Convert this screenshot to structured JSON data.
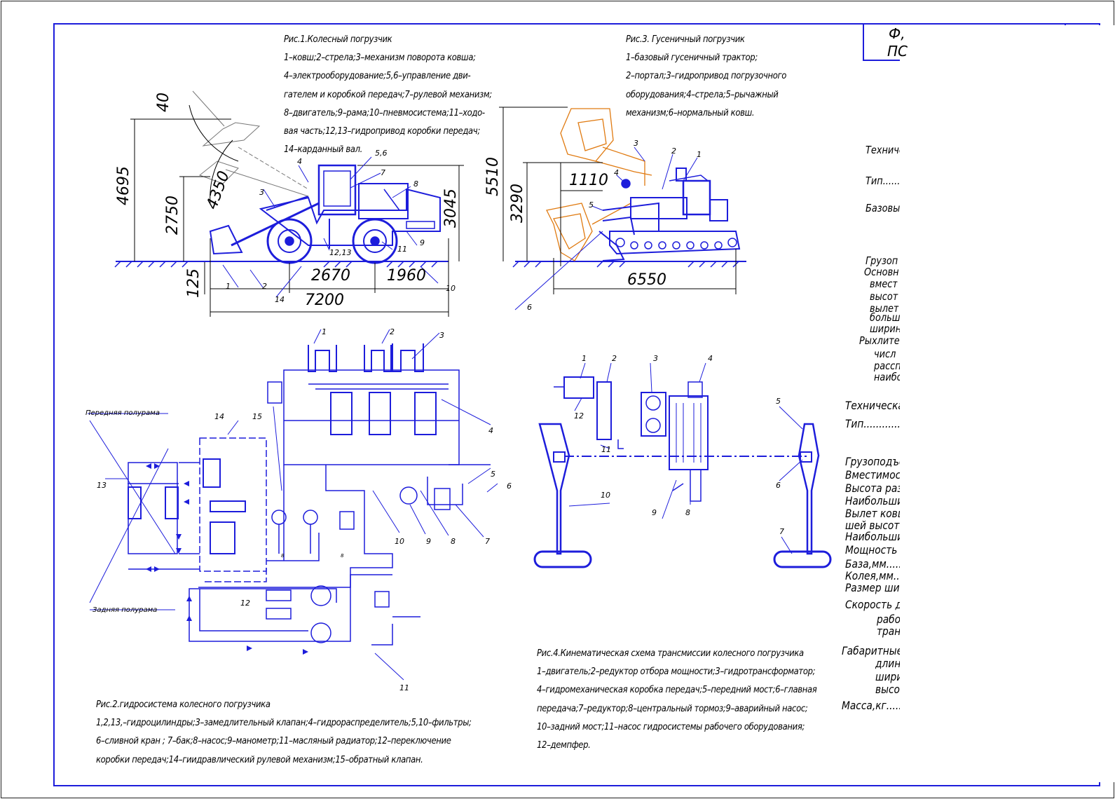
{
  "fig1": {
    "caption": [
      "Рис.1.Колесный погрузчик",
      "1–ковш;2–стрела;3–механизм поворота ковша;",
      "4–электрооборудование;5,6–управление дви-",
      "гателем и коробкой передач;7–рулевой механизм;",
      "8–двигатель;9–рама;10–пневмосистема;11–ходо-",
      "вая часть;12,13–гидропривод коробки передач;",
      "14–карданный вал."
    ],
    "dims": [
      "40",
      "4695",
      "2750",
      "4350",
      "3045",
      "2670",
      "1960",
      "7200",
      "125"
    ],
    "labels": [
      "1",
      "2",
      "3",
      "4",
      "5,6",
      "7",
      "8",
      "9",
      "10",
      "11",
      "12,13",
      "14"
    ]
  },
  "fig3": {
    "caption": [
      "Рис.3. Гусеничный погрузчик",
      "1–базовый гусеничный трактор;",
      "2–портал;3–гидропривод погрузочного",
      "оборудования;4–стрела;5–рычажный",
      "механизм;6–нормальный ковш."
    ],
    "dims": [
      "5510",
      "3290",
      "1110",
      "6550"
    ],
    "labels": [
      "1",
      "2",
      "3",
      "4",
      "5",
      "6"
    ]
  },
  "fig2": {
    "caption": [
      "Рис.2.гидросистема колесного погрузчика",
      "1,2,13,–гидроцилиндры;3–замедлительный клапан;4–гидрораспределитель;5,10–фильтры;",
      "6–сливной кран ; 7–бак;8–насос;9–манометр;11–масляный радиатор;12–переключение",
      " коробки передач;14–гиидравлический рулевой механизм;15–обратный клапан."
    ],
    "front_frame": "Передняя полурама",
    "rear_frame": "Задняя полурама",
    "labels": [
      "1",
      "2",
      "3",
      "4",
      "5",
      "6",
      "7",
      "8",
      "9",
      "10",
      "11",
      "12",
      "13",
      "14",
      "15",
      "8",
      "8"
    ]
  },
  "fig4": {
    "caption": [
      "Рис.4.Кинематическая схема трансмиссии  колесного погрузчика",
      "1–двигатель;2–редуктор отбора мощности;3–гидротрансформатор;",
      "4–гидромеханическая коробка передач;5–передний мост;6–главная",
      "передача;7–редуктор;8–центральный тормоз;9–аварийный насос;",
      "10–задний мост;11–насос гидросистемы рабочего оборудования;",
      "12–демпфер."
    ],
    "labels": [
      "1",
      "2",
      "3",
      "4",
      "5",
      "6",
      "7",
      "8",
      "9",
      "10",
      "11",
      "12"
    ]
  },
  "title_block": {
    "line1": "Ф,",
    "line2": "ПС"
  },
  "tech_table": {
    "group1": [
      "Техничес",
      "Тип..........",
      "Базовы"
    ],
    "group2": [
      "Грузоп",
      "Основн",
      "вмест",
      "высот",
      "вылет",
      "больш",
      "ширин",
      "Рыхлите",
      "числ",
      "рассп",
      "наибо"
    ],
    "group3": [
      "Техническая",
      "Тип..................."
    ],
    "group4": [
      "Грузоподъе",
      "Вместимосп",
      "Высота раз",
      "Наибольший",
      "Вылет ковц",
      "шей высоте",
      "Наибольший",
      "Мощность д",
      "База,мм...........",
      "Колея,мм.........",
      "Размер шин.",
      "Скорость дв",
      "рабо",
      "тран",
      "Габаритные",
      "длин",
      "шири",
      "высо",
      "Масса,кг..........."
    ]
  },
  "colors": {
    "line": "#1d1ddb",
    "outline": "#e07a10",
    "text": "#000000",
    "frame": "#1d1ddb"
  }
}
